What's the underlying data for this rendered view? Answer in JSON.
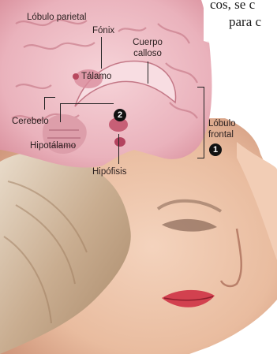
{
  "body_text": {
    "line1": "cos, se c",
    "line2": "para c"
  },
  "labels": {
    "lobulo_parietal": "Lóbulo parietal",
    "fonix": "Fónix",
    "cuerpo_calloso_line1": "Cuerpo",
    "cuerpo_calloso_line2": "calloso",
    "talamo": "Tálamo",
    "cerebelo": "Cerebelo",
    "hipotalamo": "Hipotálamo",
    "hipofisis": "Hipófisis",
    "lobulo_frontal_line1": "Lóbulo",
    "lobulo_frontal_line2": "frontal"
  },
  "markers": {
    "one": "1",
    "two": "2"
  },
  "colors": {
    "brain_pink": "#e9aeb8",
    "skin": "#efc4a8",
    "lips": "#d2414f",
    "hair": "#d8c4ad"
  }
}
